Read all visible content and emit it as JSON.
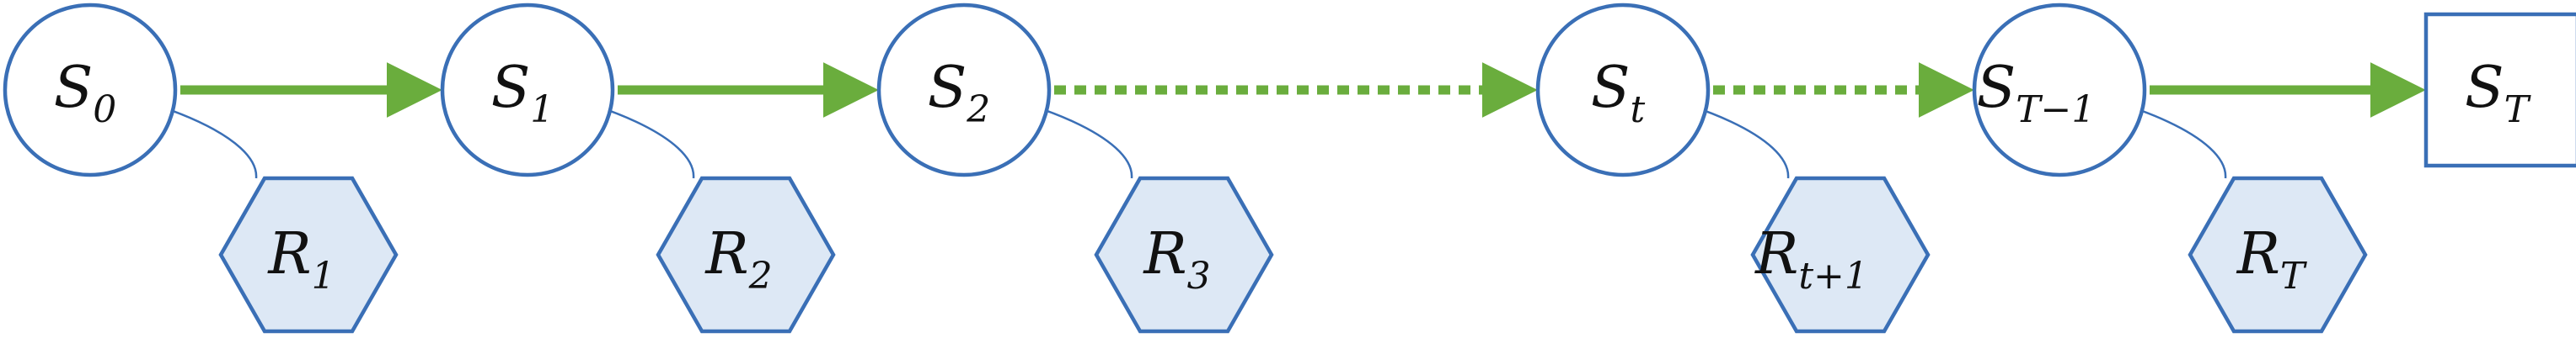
{
  "colors": {
    "node_stroke": "#3a6fb6",
    "node_fill": "#ffffff",
    "reward_fill": "#dde8f5",
    "arrow": "#6aad3d",
    "reward_link": "#3a6fb6"
  },
  "states": [
    {
      "base": "S",
      "sub": "0",
      "shape": "circle"
    },
    {
      "base": "S",
      "sub": "1",
      "shape": "circle"
    },
    {
      "base": "S",
      "sub": "2",
      "shape": "circle"
    },
    {
      "base": "S",
      "sub": "t",
      "shape": "circle"
    },
    {
      "base": "S",
      "sub": "T−1",
      "shape": "circle"
    },
    {
      "base": "S",
      "sub": "T",
      "shape": "square"
    }
  ],
  "rewards": [
    {
      "base": "R",
      "sub": "1"
    },
    {
      "base": "R",
      "sub": "2"
    },
    {
      "base": "R",
      "sub": "3"
    },
    {
      "base": "R",
      "sub": "t+1"
    },
    {
      "base": "R",
      "sub": "T"
    }
  ],
  "transitions": [
    {
      "from": 0,
      "to": 1,
      "style": "solid"
    },
    {
      "from": 1,
      "to": 2,
      "style": "solid"
    },
    {
      "from": 2,
      "to": 3,
      "style": "dotted"
    },
    {
      "from": 3,
      "to": 4,
      "style": "dotted"
    },
    {
      "from": 4,
      "to": 5,
      "style": "solid"
    }
  ]
}
